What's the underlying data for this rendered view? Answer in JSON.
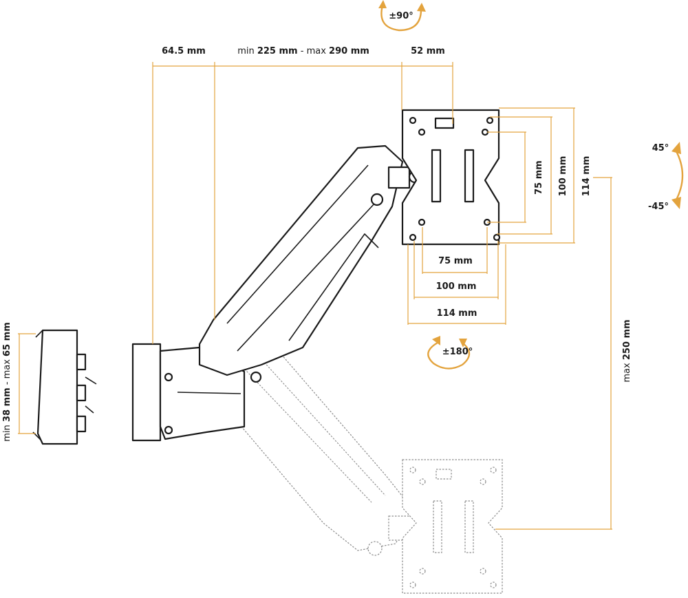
{
  "colors": {
    "accent": "#e3a33d",
    "ink": "#1a1a1a",
    "ghost": "#8a8a8a"
  },
  "labels": {
    "top_rotation": "±90°",
    "bottom_rotation": "±180°",
    "tilt_up": "45°",
    "tilt_down": "-45°",
    "offset": "64.5 mm",
    "arm_min_prefix": "min ",
    "arm_min_value": "225 mm",
    "arm_sep": " - max ",
    "arm_max_value": "290 mm",
    "plate_depth": "52 mm",
    "vesa_75_h": "75 mm",
    "vesa_100_h": "100 mm",
    "vesa_114_h": "114 mm",
    "vesa_75_w": "75 mm",
    "vesa_100_w": "100 mm",
    "vesa_114_w": "114 mm",
    "height_prefix": "max ",
    "height_value": "250 mm",
    "clamp_min_prefix": "min ",
    "clamp_min_value": "38 mm",
    "clamp_sep": " - max ",
    "clamp_max_value": "65 mm"
  }
}
